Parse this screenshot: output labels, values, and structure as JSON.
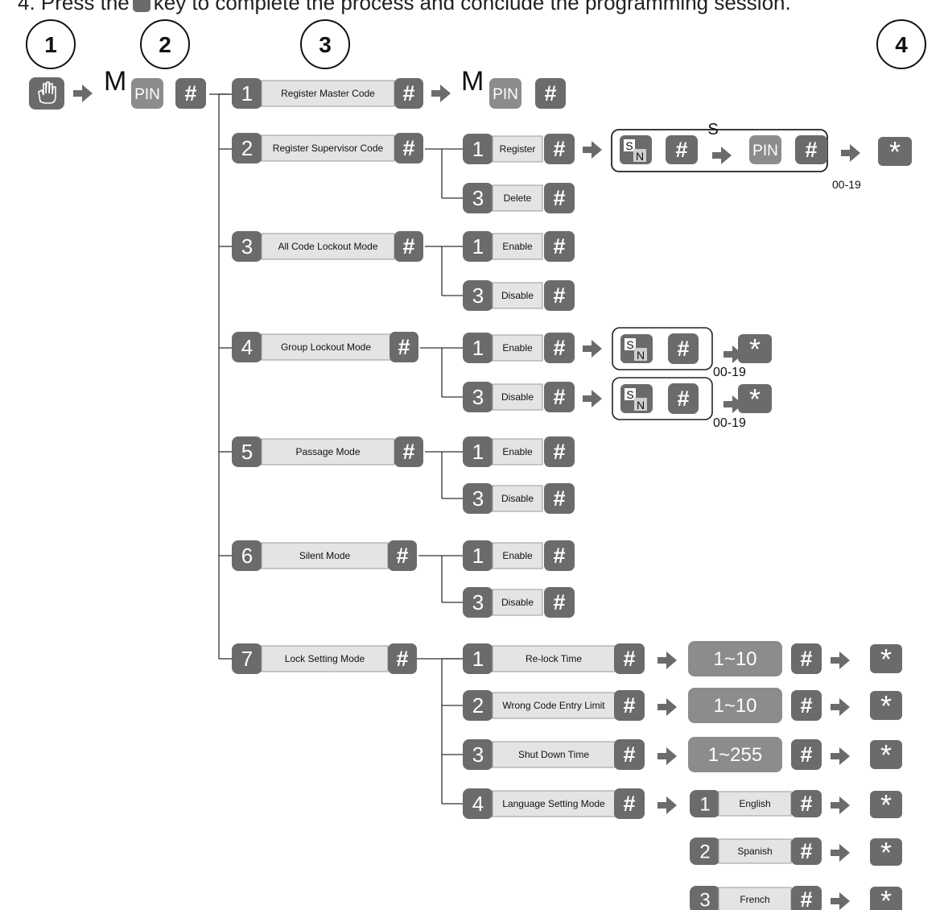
{
  "instruction": {
    "before": "4. Press the",
    "after": "key to complete the process and conclude the programming session."
  },
  "steps": [
    "1",
    "2",
    "3",
    "4"
  ],
  "keys": {
    "pin": "PIN",
    "hash": "#",
    "star": "*",
    "master": "M",
    "supervisor": "S",
    "slot_s": "S",
    "slot_n": "N"
  },
  "main_menu": [
    {
      "key": "1",
      "label": "Register Master Code"
    },
    {
      "key": "2",
      "label": "Register Supervisor Code"
    },
    {
      "key": "3",
      "label": "All Code Lockout Mode"
    },
    {
      "key": "4",
      "label": "Group Lockout  Mode"
    },
    {
      "key": "5",
      "label": "Passage Mode"
    },
    {
      "key": "6",
      "label": "Silent Mode"
    },
    {
      "key": "7",
      "label": "Lock Setting Mode"
    }
  ],
  "sub_menus": {
    "supervisor": [
      {
        "key": "1",
        "label": "Register"
      },
      {
        "key": "3",
        "label": "Delete"
      }
    ],
    "all_code_lockout": [
      {
        "key": "1",
        "label": "Enable"
      },
      {
        "key": "3",
        "label": "Disable"
      }
    ],
    "group_lockout": [
      {
        "key": "1",
        "label": "Enable"
      },
      {
        "key": "3",
        "label": "Disable"
      }
    ],
    "passage": [
      {
        "key": "1",
        "label": "Enable"
      },
      {
        "key": "3",
        "label": "Disable"
      }
    ],
    "silent": [
      {
        "key": "1",
        "label": "Enable"
      },
      {
        "key": "3",
        "label": "Disable"
      }
    ],
    "lock_setting": [
      {
        "key": "1",
        "label": "Re-lock Time",
        "range": "1~10"
      },
      {
        "key": "2",
        "label": "Wrong Code Entry Limit",
        "range": "1~10"
      },
      {
        "key": "3",
        "label": "Shut Down Time",
        "range": "1~255"
      },
      {
        "key": "4",
        "label": "Language Setting Mode"
      }
    ]
  },
  "languages": [
    {
      "key": "1",
      "label": "English"
    },
    {
      "key": "2",
      "label": "Spanish"
    },
    {
      "key": "3",
      "label": "French"
    }
  ],
  "slot_range": "00-19",
  "colors": {
    "key_fill": "#6b6b6b",
    "key_light": "#8c8c8c",
    "label_fill": "#e4e4e4",
    "arrow": "#6b6b6b",
    "line": "#333333"
  }
}
